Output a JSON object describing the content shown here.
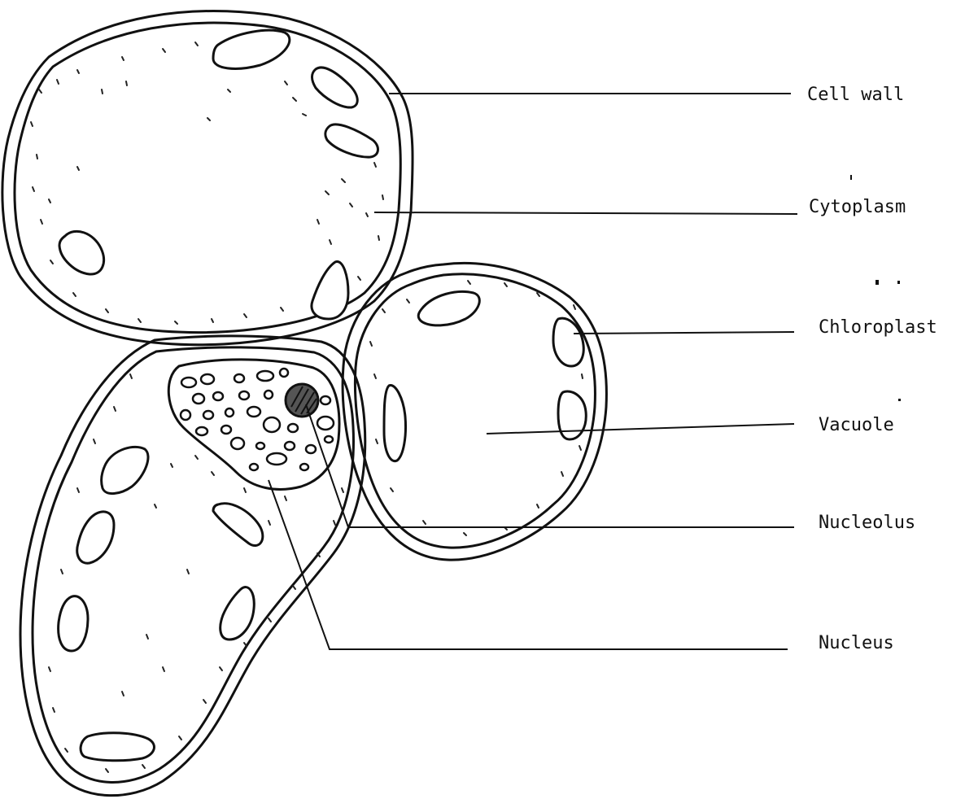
{
  "labels": {
    "cell_wall": "Cell wall",
    "cytoplasm": "Cytoplasm",
    "chloroplast": "Chloroplast",
    "vacuole": "Vacuole",
    "nucleolus": "Nucleolus",
    "nucleus": "Nucleus"
  },
  "colors": {
    "ink": "#111111",
    "background": "#ffffff"
  }
}
